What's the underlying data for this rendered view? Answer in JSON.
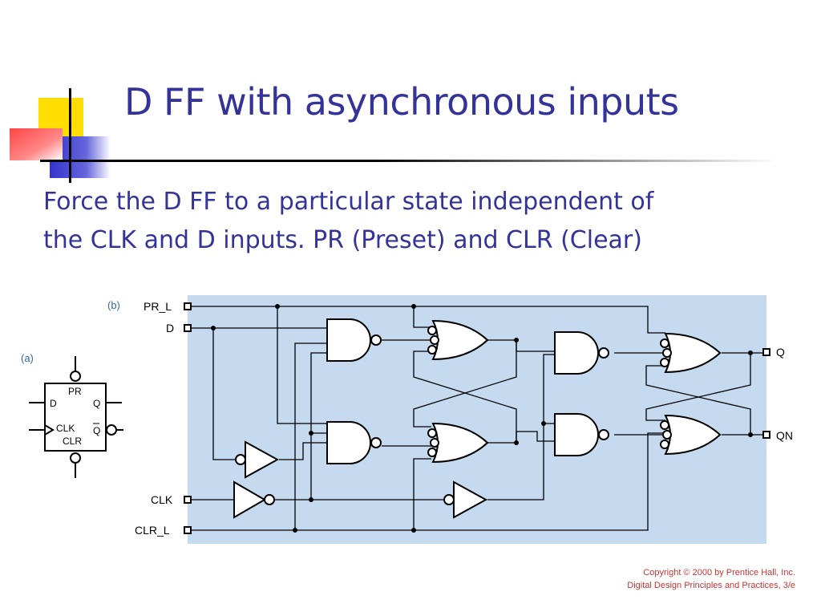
{
  "slide": {
    "title": "D FF with asynchronous inputs",
    "body_line1": "Force the D FF to a particular state independent of",
    "body_line2": "the CLK and D inputs.   PR (Preset) and CLR (Clear)"
  },
  "diagram_a": {
    "label": "(a)",
    "pin_pr": "PR",
    "pin_d": "D",
    "pin_q": "Q",
    "pin_clk": "CLK",
    "pin_qn": "Q",
    "pin_clr": "CLR"
  },
  "diagram_b": {
    "label": "(b)",
    "in_pr": "PR_L",
    "in_d": "D",
    "in_clk": "CLK",
    "in_clr": "CLR_L",
    "out_q": "Q",
    "out_qn": "QN"
  },
  "copyright": {
    "line1": "Copyright © 2000 by Prentice Hall, Inc.",
    "line2": "Digital Design Principles and Practices, 3/e"
  },
  "colors": {
    "title_text": "#333399",
    "circuit_bg": "#c5d9ef",
    "label_blue": "#3366aa",
    "copyright": "#cc3333",
    "deco_yellow": "#ffdd00",
    "deco_blue": "#3333cc",
    "deco_red": "#ff5555"
  }
}
